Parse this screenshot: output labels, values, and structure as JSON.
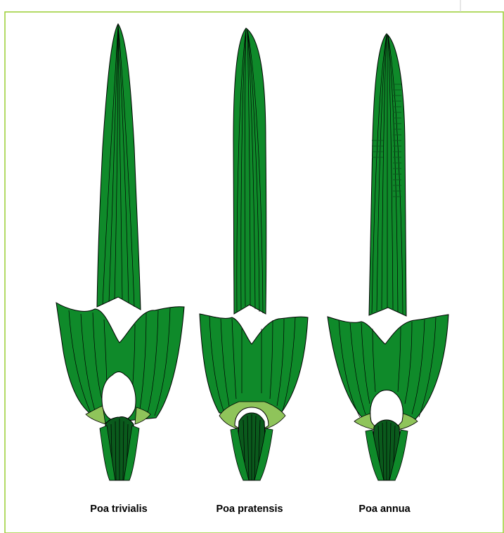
{
  "figure": {
    "species": [
      {
        "name": "Poa trivialis",
        "ligule": "long-pointed"
      },
      {
        "name": "Poa pratensis",
        "ligule": "short-truncate"
      },
      {
        "name": "Poa annua",
        "ligule": "medium",
        "blade_feature": "transverse-veinlets"
      }
    ],
    "colors": {
      "frame_border": "#9ACD32",
      "leaf_green": "#0F8A2A",
      "auricle_green": "#8FC45A",
      "sheath_dark": "#0A5A1C",
      "vein_line": "#000000",
      "ligule_fill": "#FFFFFF"
    }
  }
}
